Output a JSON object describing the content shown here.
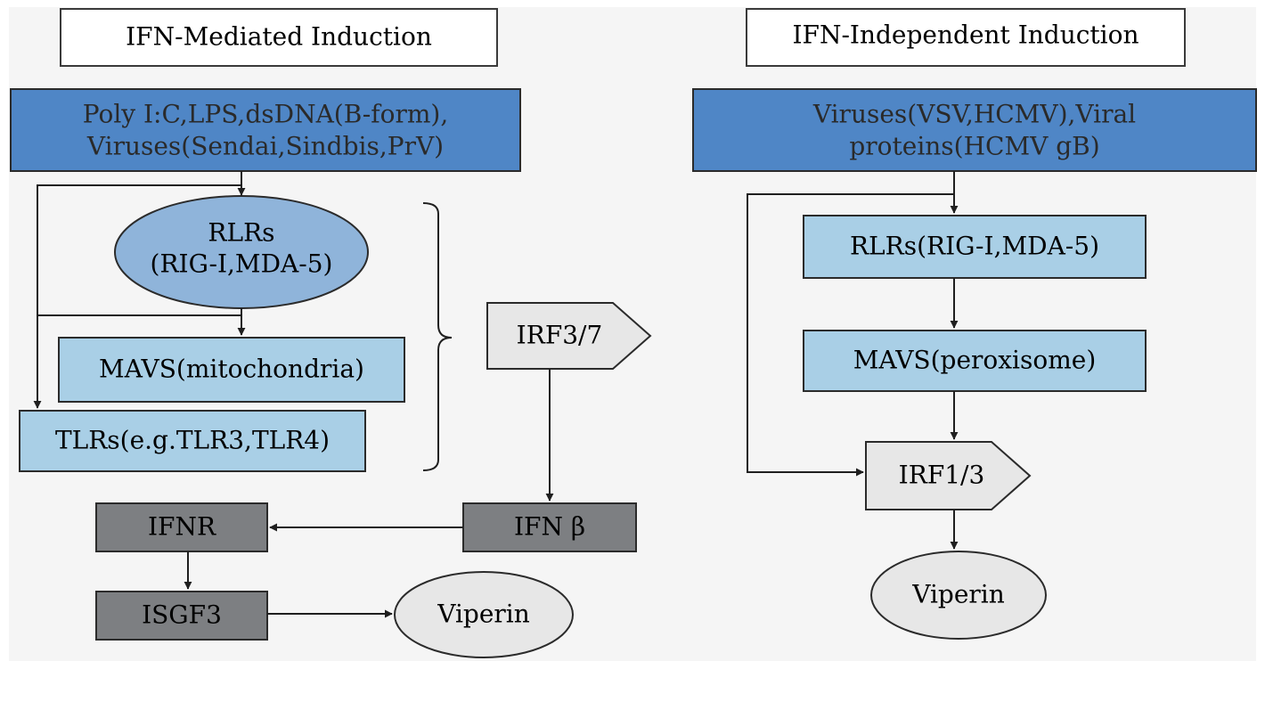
{
  "left": {
    "title": "IFN-Mediated Induction",
    "inducers_line1": "Poly I:C,LPS,dsDNA(B-form),",
    "inducers_line2": "Viruses(Sendai,Sindbis,PrV)",
    "rlrs_line1": "RLRs",
    "rlrs_line2": "(RIG-I,MDA-5)",
    "mavs": "MAVS(mitochondria)",
    "tlrs": "TLRs(e.g.TLR3,TLR4)",
    "irf": "IRF3/7",
    "ifn": "IFN β",
    "ifnr": "IFNR",
    "isgf3": "ISGF3",
    "viperin": "Viperin"
  },
  "right": {
    "title": "IFN-Independent Induction",
    "inducers_line1": "Viruses(VSV,HCMV),Viral",
    "inducers_line2": "proteins(HCMV gB)",
    "rlrs": "RLRs(RIG-I,MDA-5)",
    "mavs": "MAVS(peroxisome)",
    "irf": "IRF1/3",
    "viperin": "Viperin"
  },
  "colors": {
    "inducer_box": "#4f86c6",
    "receptor_box": "#a9cfe6",
    "signal_box": "#7d7f82",
    "grey_shape": "#e7e7e7"
  }
}
